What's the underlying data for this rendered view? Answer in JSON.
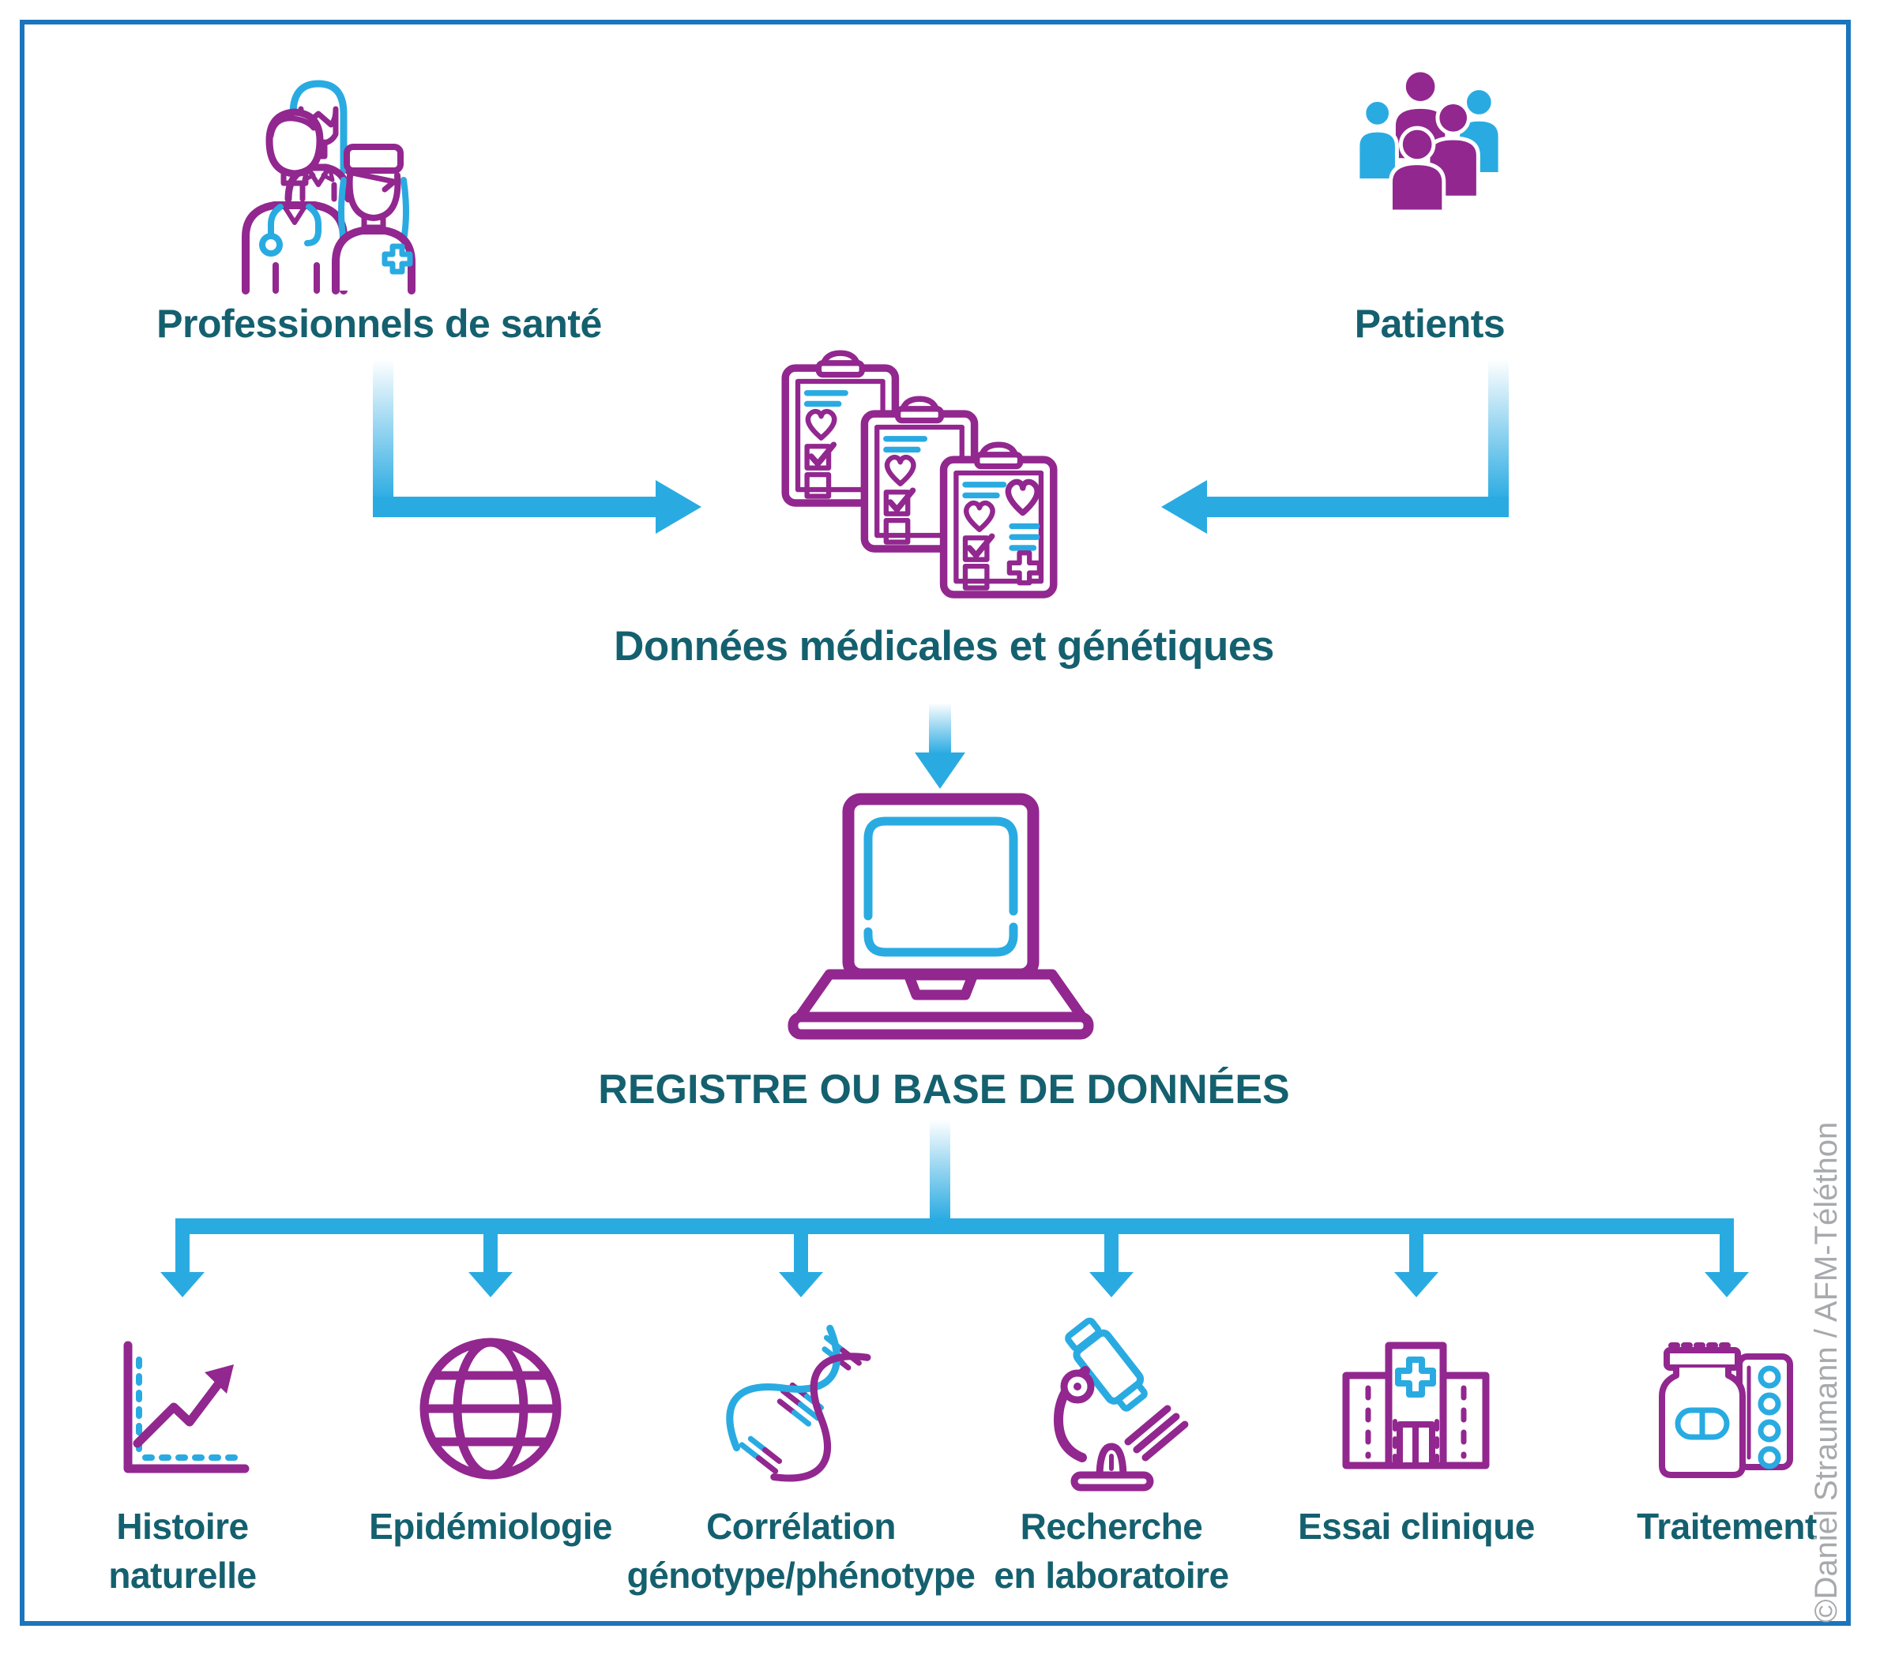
{
  "colors": {
    "purple": "#92278f",
    "blue": "#29abe2",
    "teal": "#14606f",
    "frame_border": "#1b75bc",
    "credit_gray": "#a7a9ac"
  },
  "header": {
    "professionals_label": "Professionnels de santé",
    "patients_label": "Patients"
  },
  "flow": {
    "data_label": "Données médicales et génétiques",
    "registry_label": "REGISTRE OU BASE DE DONNÉES"
  },
  "icons": {
    "professionals": "medical-team-icon",
    "patients": "patient-group-icon",
    "data": "medical-records-clipboards-icon",
    "registry": "laptop-database-icon"
  },
  "outputs": [
    {
      "id": "natural-history",
      "icon": "line-chart-icon",
      "line1": "Histoire",
      "line2": "naturelle"
    },
    {
      "id": "epidemiology",
      "icon": "globe-icon",
      "line1": "Epidémiologie",
      "line2": ""
    },
    {
      "id": "genotype-phenotype",
      "icon": "dna-icon",
      "line1": "Corrélation",
      "line2": "génotype/phénotype"
    },
    {
      "id": "lab-research",
      "icon": "microscope-icon",
      "line1": "Recherche",
      "line2": "en laboratoire"
    },
    {
      "id": "clinical-trial",
      "icon": "hospital-icon",
      "line1": "Essai clinique",
      "line2": ""
    },
    {
      "id": "treatment",
      "icon": "medicine-icon",
      "line1": "Traitement",
      "line2": ""
    }
  ],
  "credit": "©Daniel Straumann / AFM-Téléthon"
}
